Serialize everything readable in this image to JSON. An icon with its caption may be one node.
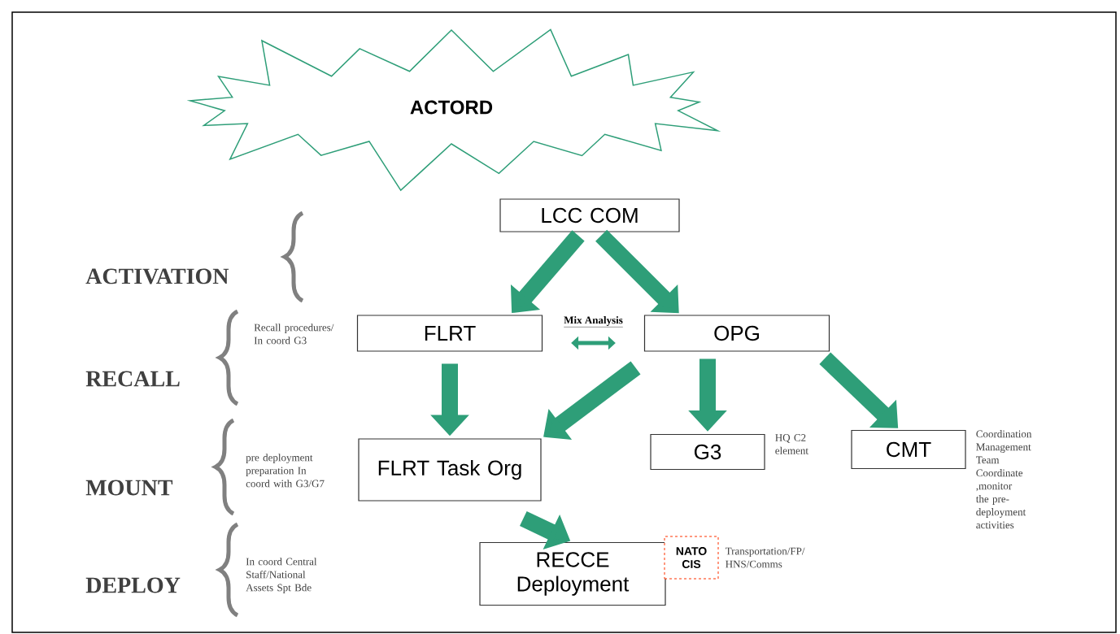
{
  "diagram": {
    "nodes": [
      {
        "text": [
          "ACTORD"
        ]
      },
      {
        "text": [
          "LCC COM"
        ]
      },
      {
        "text": [
          "FLRT"
        ]
      },
      {
        "text": [
          "OPG"
        ]
      },
      {
        "text": [
          "FLRT Task Org"
        ]
      },
      {
        "text": [
          "G3"
        ],
        "beside": [
          "HQ C2 element"
        ]
      },
      {
        "text": [
          "CMT"
        ],
        "beside": [
          "Coordination Management Team Coordinate ,monitor the pre-deployment activities"
        ]
      },
      {
        "text": [
          "RECCE Deployment"
        ]
      },
      {
        "text": [
          "NATO CIS"
        ],
        "beside": [
          "Transportation/FP/ HNS/Comms"
        ]
      }
    ],
    "edges": [
      {
        "from": 1,
        "to": 2,
        "arrow": "to"
      },
      {
        "from": 1,
        "to": 3,
        "arrow": "to"
      },
      {
        "from": 2,
        "to": 4,
        "arrow": "to"
      },
      {
        "from": 3,
        "to": 4,
        "arrow": "to"
      },
      {
        "from": 3,
        "to": 5,
        "arrow": "to"
      },
      {
        "from": 3,
        "to": 6,
        "arrow": "to"
      },
      {
        "from": 4,
        "to": 7,
        "arrow": "to"
      },
      {
        "from": 2,
        "to": 3,
        "arrow": "both",
        "label": "Mix Analysis"
      }
    ],
    "labels": [
      "ACTIVATION",
      "Recall procedures/ In coord G3",
      "RECALL",
      "pre deployment preparation In coord with G3/G7",
      "MOUNT",
      "In coord Central Staff/National Assets Spt Bde",
      "DEPLOY"
    ]
  }
}
